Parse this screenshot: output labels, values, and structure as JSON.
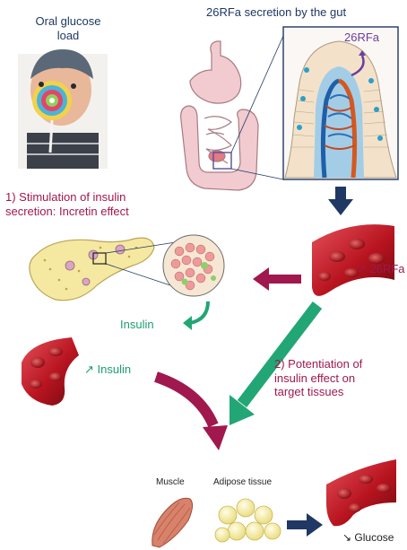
{
  "labels": {
    "oral_glucose_line1": "Oral glucose",
    "oral_glucose_line2": "load",
    "gut_title": "26RFa secretion by the gut",
    "inset_26rfa": "26RFa",
    "stim_line1": "1) Stimulation of insulin",
    "stim_line2": "secretion:  Incretin effect",
    "blood_26rfa": "↗ 26RFa",
    "insulin": "Insulin",
    "blood_insulin": "↗ Insulin",
    "potentiation_line1": "2) Potentiation of",
    "potentiation_line2": "insulin effect on",
    "potentiation_line3": "target tissues",
    "muscle": "Muscle",
    "adipose": "Adipose tissue",
    "glucose": "↘ Glucose"
  },
  "colors": {
    "title_navy": "#1f3864",
    "crimson": "#a0184e",
    "green": "#1d9e6e",
    "navy_arrow": "#1f3864",
    "magenta_arrow": "#a0184e",
    "green_arrow": "#22a676"
  }
}
